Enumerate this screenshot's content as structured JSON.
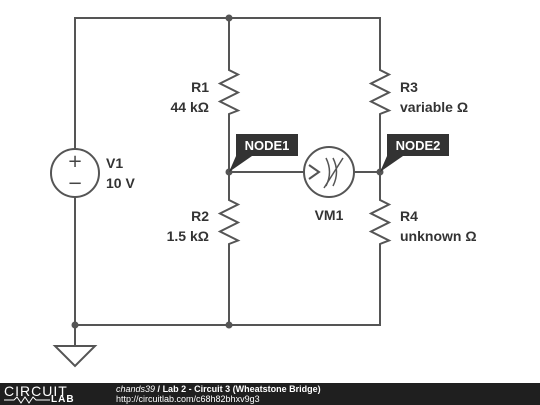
{
  "components": {
    "v1": {
      "name": "V1",
      "value": "10 V",
      "plus": "+",
      "minus": "−"
    },
    "r1": {
      "name": "R1",
      "value": "44 kΩ"
    },
    "r2": {
      "name": "R2",
      "value": "1.5 kΩ"
    },
    "r3": {
      "name": "R3",
      "value": "variable Ω"
    },
    "r4": {
      "name": "R4",
      "value": "unknown Ω"
    },
    "vm1": {
      "name": "VM1"
    }
  },
  "nodes": {
    "node1": "NODE1",
    "node2": "NODE2"
  },
  "colors": {
    "wire": "#555555",
    "tag_bg": "#333333",
    "footer_bg": "#1f1f1f"
  },
  "footer": {
    "logo_top": "CIRCUIT",
    "logo_bottom": "LAB",
    "user": "chands39",
    "separator": " / ",
    "title": "Lab 2 - Circuit 3 (Wheatstone Bridge)",
    "url": "http://circuitlab.com/c68h82bhxv9g3"
  }
}
